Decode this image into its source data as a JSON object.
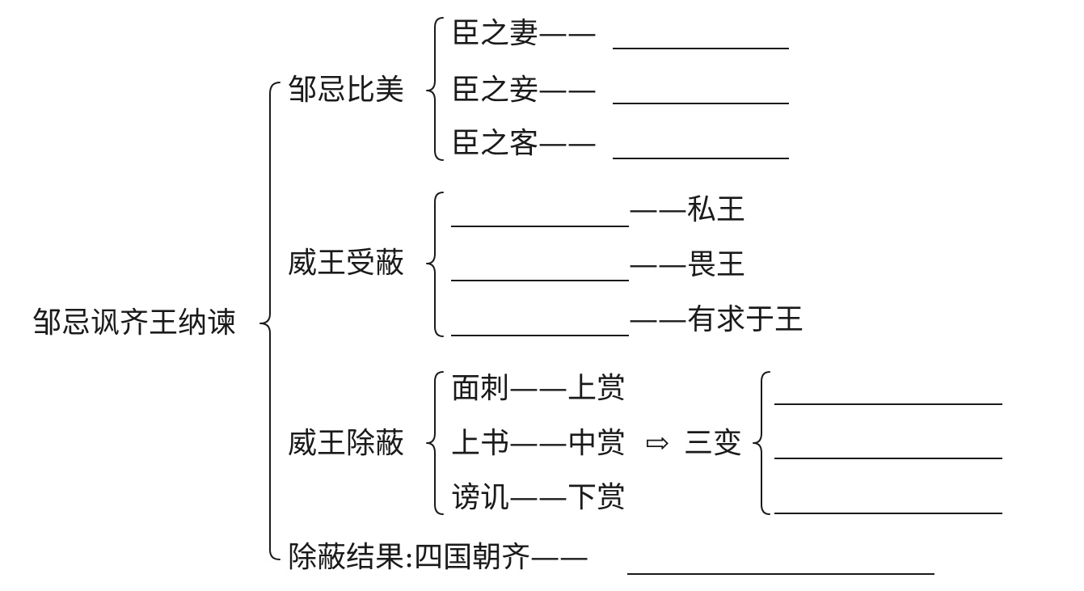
{
  "root": "邹忌讽齐王纳谏",
  "sections": {
    "comparison": {
      "title": "邹忌比美",
      "rows": [
        "臣之妻——",
        "臣之妾——",
        "臣之客——"
      ]
    },
    "deceived": {
      "title": "威王受蔽",
      "rows": [
        "——私王",
        "——畏王",
        "——有求于王"
      ]
    },
    "removal": {
      "title": "威王除蔽",
      "rows": [
        "面刺——上赏",
        "上书——中赏",
        "谤讥——下赏"
      ],
      "arrow": "⇨",
      "change_label": "三变"
    },
    "result": {
      "label": "除蔽结果:四国朝齐——"
    }
  }
}
